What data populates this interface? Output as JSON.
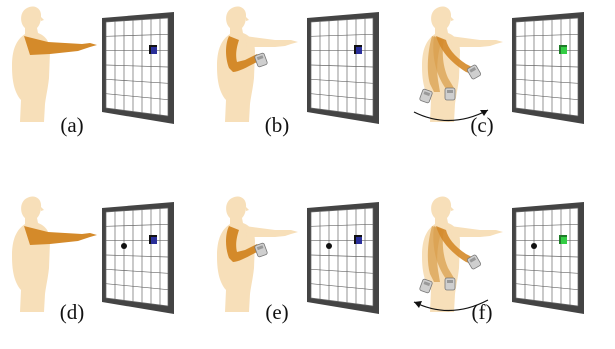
{
  "panels": [
    {
      "label": "(a)",
      "arm_pose": "outstretched",
      "controller": false,
      "swing": false,
      "swing_direction": "",
      "grid_marker_color": "#2a2f9a",
      "grid_marker_shadow": "#111111",
      "show_dot": false
    },
    {
      "label": "(b)",
      "arm_pose": "pointing-with-controller",
      "controller": true,
      "swing": false,
      "swing_direction": "",
      "grid_marker_color": "#2a2f9a",
      "grid_marker_shadow": "#111111",
      "show_dot": false
    },
    {
      "label": "(c)",
      "arm_pose": "swinging-controller",
      "controller": true,
      "swing": true,
      "swing_direction": "right",
      "grid_marker_color": "#33cc44",
      "grid_marker_shadow": "#1f7a28",
      "show_dot": false
    },
    {
      "label": "(d)",
      "arm_pose": "outstretched",
      "controller": false,
      "swing": false,
      "swing_direction": "",
      "grid_marker_color": "#2a2f9a",
      "grid_marker_shadow": "#111111",
      "show_dot": true
    },
    {
      "label": "(e)",
      "arm_pose": "pointing-with-controller",
      "controller": true,
      "swing": false,
      "swing_direction": "",
      "grid_marker_color": "#2a2f9a",
      "grid_marker_shadow": "#111111",
      "show_dot": true
    },
    {
      "label": "(f)",
      "arm_pose": "swinging-controller",
      "controller": true,
      "swing": true,
      "swing_direction": "left",
      "grid_marker_color": "#33cc44",
      "grid_marker_shadow": "#1f7a28",
      "show_dot": true
    }
  ],
  "colors": {
    "body": "#f7dfb9",
    "arm": "#d48a2a",
    "arm_faded": "#d9a04f",
    "screen_frame": "#444444",
    "grid_line": "#666666",
    "controller": "#cfcfcf"
  }
}
